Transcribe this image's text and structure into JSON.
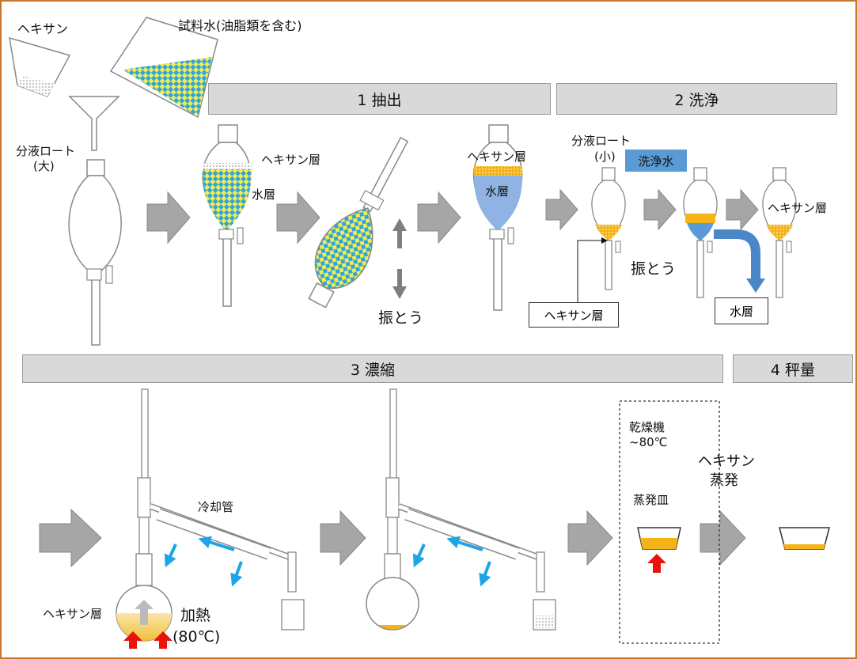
{
  "top": {
    "hexane": "ヘキサン",
    "sample_water": "試料水(油脂類を含む)",
    "funnel_large_line1": "分液ロート",
    "funnel_large_line2": "(大)"
  },
  "steps": {
    "s1": "1  抽出",
    "s2": "2  洗浄",
    "s3": "3  濃縮",
    "s4": "4  秤量"
  },
  "extraction": {
    "hexane_layer": "ヘキサン層",
    "water_layer": "水層",
    "shake": "振とう",
    "hexane_layer_2": "ヘキサン層",
    "water_layer_2": "水層"
  },
  "washing": {
    "funnel_small_line1": "分液ロート",
    "funnel_small_line2": "(小)",
    "wash_water": "洗浄水",
    "shake": "振とう",
    "hexane_layer_box": "ヘキサン層",
    "water_layer_box": "水層",
    "hexane_layer_right": "ヘキサン層"
  },
  "concentration": {
    "condenser": "冷却管",
    "hexane_layer": "ヘキサン層",
    "heating_line1": "加熱",
    "heating_line2": "(80℃)"
  },
  "weighing": {
    "dryer_line1": "乾燥機",
    "dryer_line2": "~80℃",
    "evap_line1": "ヘキサン",
    "evap_line2": "蒸発",
    "dish": "蒸発皿"
  },
  "colors": {
    "border": "#c8762e",
    "step_bar": "#d9d9d9",
    "arrow_gray": "#a6a6a6",
    "hexane_yellow": "#f5b318",
    "water_blue": "#8fb4e3",
    "checker_blue": "#29a3d8",
    "checker_yellow": "#f2ec5a",
    "wash_blue": "#5b9bd5",
    "heat_red": "#e8130b",
    "flow_arrow": "#1ea5e8"
  }
}
